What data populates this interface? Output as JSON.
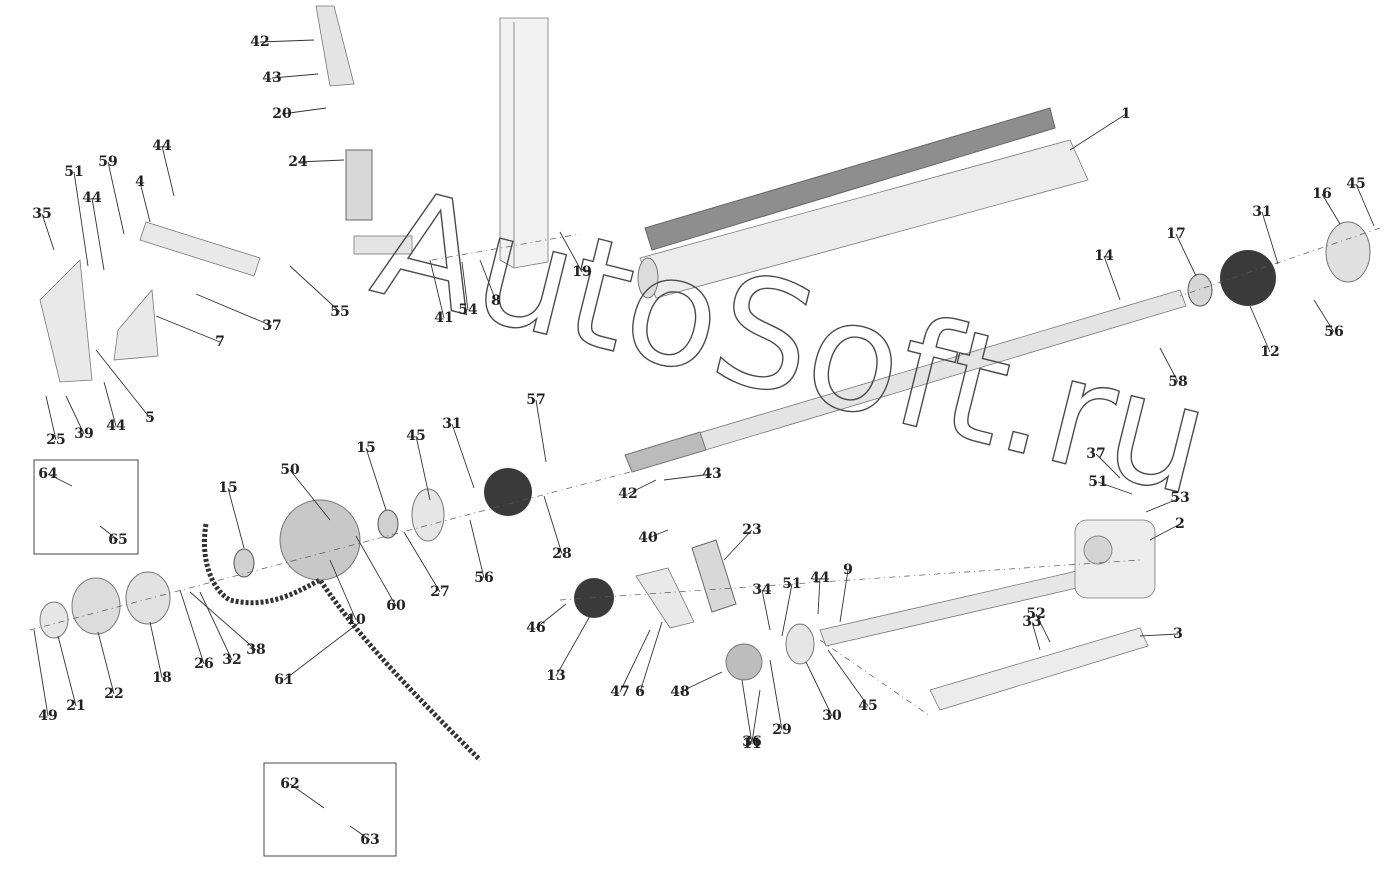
{
  "watermark": "AutoSoft.ru",
  "colors": {
    "part_light": "#ececec",
    "part_mid": "#cfcfcf",
    "part_dark": "#3a3a3a",
    "plate": "#8e8e8e",
    "label": "#222222"
  },
  "labels": [
    "1",
    "2",
    "3",
    "4",
    "5",
    "6",
    "7",
    "8",
    "9",
    "10",
    "11",
    "12",
    "13",
    "14",
    "15",
    "15",
    "16",
    "17",
    "18",
    "19",
    "20",
    "21",
    "22",
    "23",
    "24",
    "25",
    "26",
    "27",
    "28",
    "29",
    "30",
    "31",
    "31",
    "32",
    "33",
    "34",
    "35",
    "36",
    "37",
    "37",
    "38",
    "39",
    "40",
    "41",
    "42",
    "42",
    "43",
    "43",
    "44",
    "44",
    "44",
    "44",
    "45",
    "45",
    "45",
    "46",
    "47",
    "48",
    "49",
    "50",
    "51",
    "51",
    "51",
    "52",
    "53",
    "54",
    "55",
    "56",
    "56",
    "57",
    "58",
    "59",
    "60",
    "61",
    "62",
    "63",
    "64",
    "65"
  ]
}
